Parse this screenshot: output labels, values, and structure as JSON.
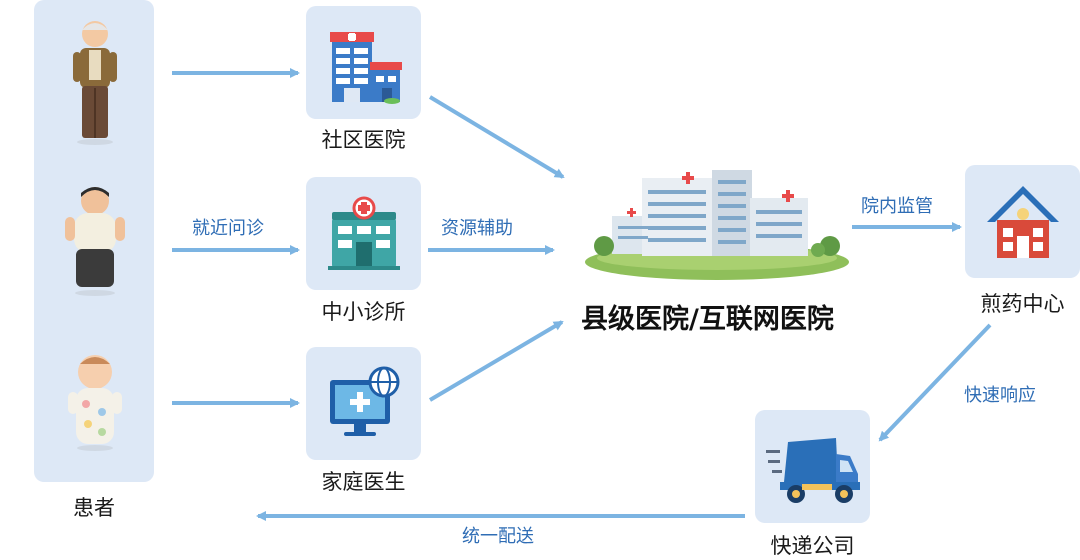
{
  "patients": {
    "label": "患者",
    "figures": [
      "elderly-man",
      "adult-man",
      "baby"
    ]
  },
  "providers": [
    {
      "label": "社区医院",
      "icon": "community-hospital-icon"
    },
    {
      "label": "中小诊所",
      "icon": "clinic-icon"
    },
    {
      "label": "家庭医生",
      "icon": "family-doctor-monitor-icon"
    }
  ],
  "center": {
    "label": "县级医院/互联网医院"
  },
  "decoction": {
    "label": "煎药中心",
    "icon": "house-icon"
  },
  "courier": {
    "label": "快递公司",
    "icon": "delivery-truck-icon"
  },
  "edges": {
    "nearby_visit": "就近问诊",
    "resource_assist": "资源辅助",
    "internal_supervision": "院内监管",
    "fast_response": "快速响应",
    "unified_delivery": "统一配送"
  },
  "colors": {
    "arrow": "#7cb4e2",
    "tile": "#dde8f6",
    "accent_text": "#2f6db5"
  }
}
